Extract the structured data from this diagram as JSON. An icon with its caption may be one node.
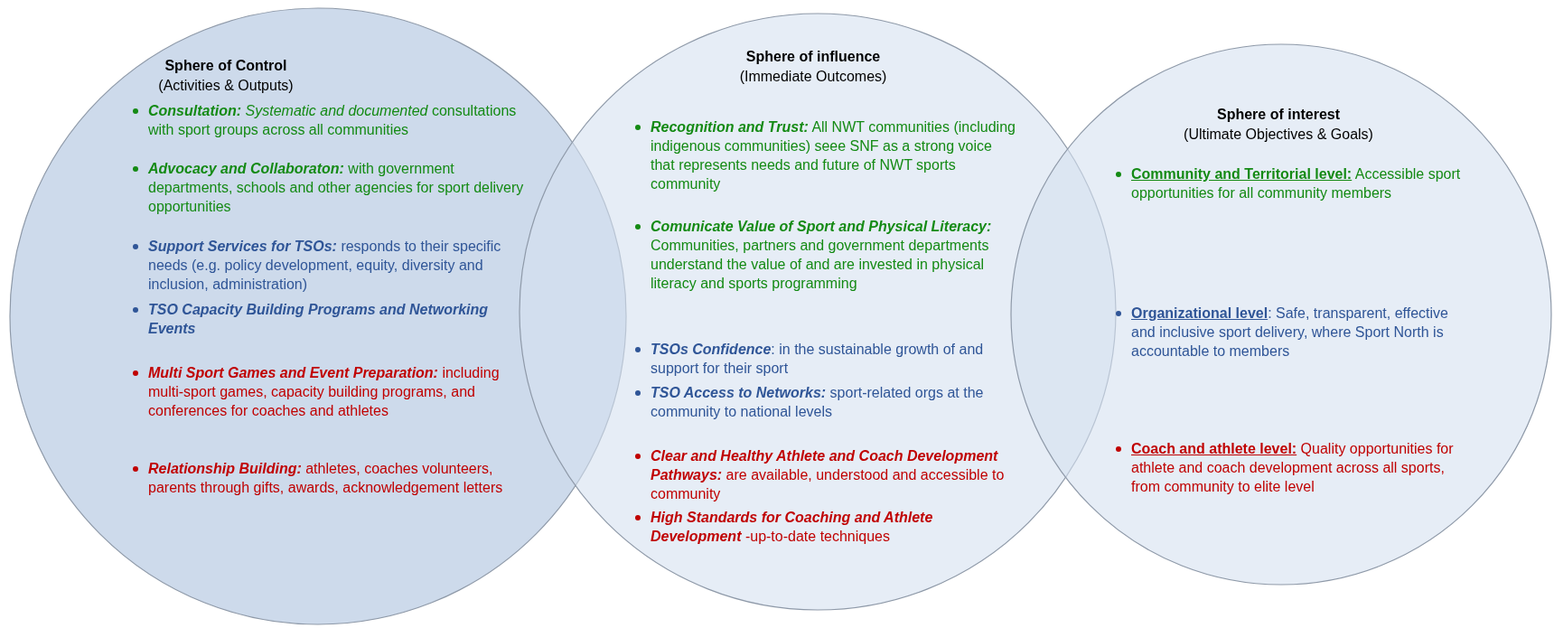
{
  "diagram": {
    "nodes": [
      {
        "text": [
          "Sphere of Control",
          "(Activities & Outputs)",
          "**Consultation:** *Systematic and documented* consultations with sport groups across all communities",
          "**Advocacy and Collaboraton:** with government departments, schools and other agencies for sport delivery opportunities",
          "**Support Services for TSOs:** responds to their specific needs (e.g. policy development, equity, diversity and inclusion, administration)",
          "**TSO Capacity Building Programs and Networking Events**",
          "**Multi Sport Games and Event Preparation:** including multi-sport games, capacity building programs, and conferences for coaches and athletes",
          "**Relationship Building:** athletes, coaches volunteers, parents through gifts, awards, acknowledgement letters"
        ]
      },
      {
        "text": [
          "Sphere of influence",
          "(Immediate Outcomes)",
          "**Recognition and Trust:** All NWT communities (including indigenous communities) seee SNF as a strong voice that represents needs and future of NWT sports community",
          "**Comunicate Value of Sport and Physical Literacy:** Communities, partners and government departments understand the value of and are invested in physical literacy and sports programming",
          "**TSOs Confidence**: in the sustainable growth of and support for their sport",
          "**TSO Access to Networks:** sport-related orgs at the community to national levels",
          "**Clear and Healthy Athlete and Coach Development Pathways:** are available, understood and accessible to community",
          "**High Standards for Coaching and Athlete Development** -up-to-date techniques"
        ]
      },
      {
        "text": [
          "Sphere of interest",
          "(Ultimate Objectives & Goals)",
          "**Community and Territorial level:** Accessible sport opportunities for all community members",
          "**Organizational level**: Safe, transparent, effective and inclusive sport delivery, where Sport North is accountable to members",
          "**Coach and athlete level:** Quality opportunities for athlete and coach development across all sports, from community to elite level"
        ]
      }
    ]
  }
}
